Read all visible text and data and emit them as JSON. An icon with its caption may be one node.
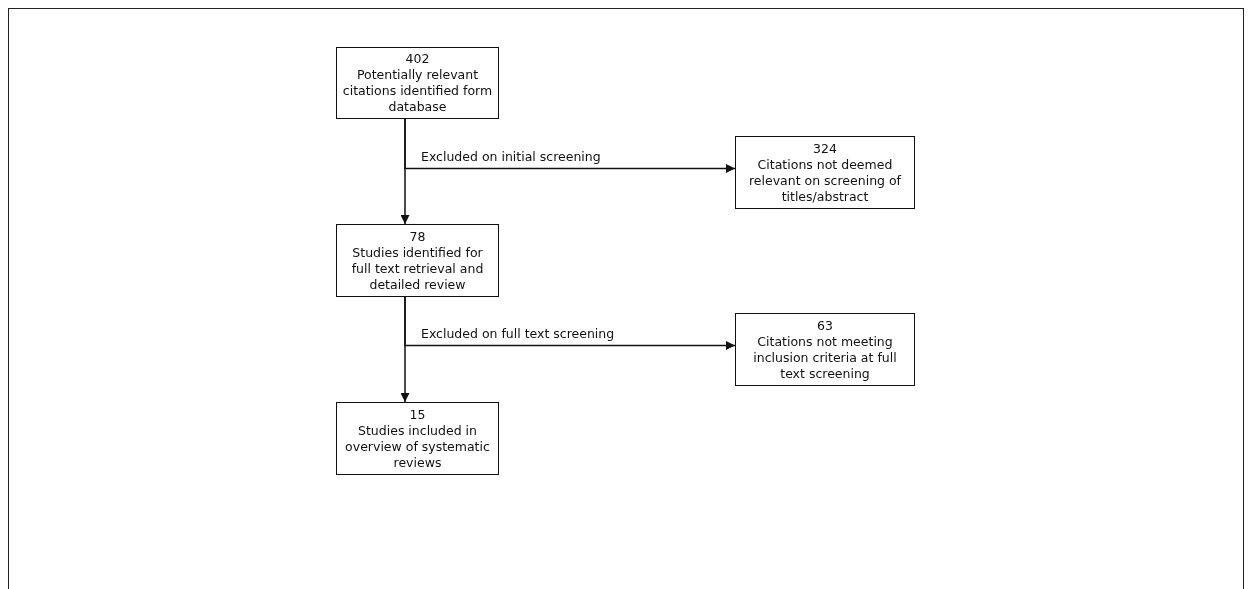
{
  "diagram": {
    "nodes": [
      {
        "text": [
          "402",
          "Potentially relevant citations identified form database"
        ]
      },
      {
        "text": [
          "324",
          "Citations not deemed relevant on screening of titles/abstract"
        ]
      },
      {
        "text": [
          "78",
          "Studies identified for full text retrieval and detailed review"
        ]
      },
      {
        "text": [
          "63",
          "Citations not meeting inclusion criteria at full text screening"
        ]
      },
      {
        "text": [
          "15",
          "Studies included in overview of systematic reviews"
        ]
      }
    ],
    "edges": [
      {
        "from": 0,
        "to": 2,
        "arrow": "to"
      },
      {
        "from": 0,
        "to": 1,
        "arrow": "to",
        "label": "Excluded on initial screening"
      },
      {
        "from": 2,
        "to": 4,
        "arrow": "to"
      },
      {
        "from": 2,
        "to": 3,
        "arrow": "to",
        "label": "Excluded on full text screening"
      }
    ]
  }
}
